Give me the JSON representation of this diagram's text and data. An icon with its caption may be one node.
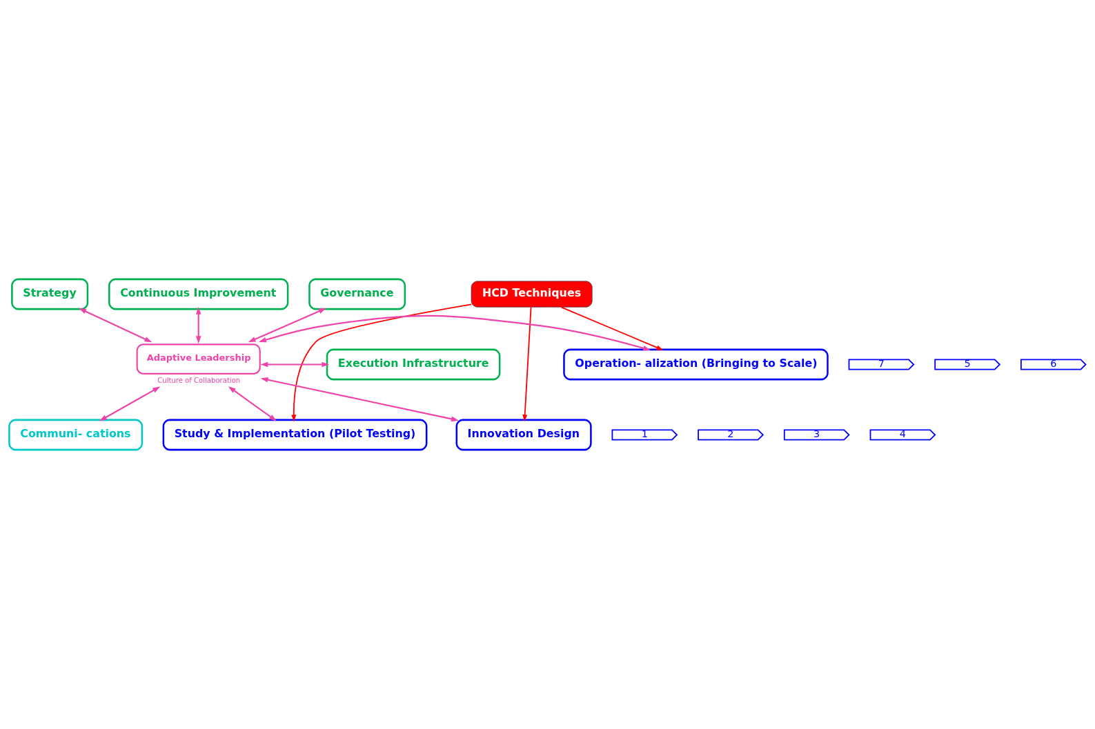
{
  "diagram": {
    "nodes": [
      {
        "text": [
          "HCD Techniques"
        ]
      },
      {
        "text": [
          "Continuous Improvement"
        ]
      },
      {
        "text": [
          "Governance"
        ]
      },
      {
        "text": [
          "Strategy"
        ]
      },
      {
        "text": [
          "Operation- alization (Bringing to Scale)"
        ]
      },
      {
        "text": [
          "Adaptive Leadership"
        ],
        "beside": [
          "Culture of Collaboration"
        ]
      },
      {
        "text": [
          "Execution Infrastructure"
        ]
      },
      {
        "text": [
          "7"
        ]
      },
      {
        "text": [
          "Study & Implementation (Pilot Testing)"
        ]
      },
      {
        "text": [
          "Communi- cations"
        ]
      },
      {
        "text": [
          "5"
        ]
      },
      {
        "text": [
          "6"
        ]
      },
      {
        "text": [
          "Innovation Design"
        ]
      },
      {
        "text": [
          "1"
        ]
      },
      {
        "text": [
          "2"
        ]
      },
      {
        "text": [
          "3"
        ]
      },
      {
        "text": [
          "4"
        ]
      }
    ],
    "edges": [
      {
        "from": 0,
        "to": 4,
        "arrow": "to",
        "color": "#ff0000"
      },
      {
        "from": 0,
        "to": 8,
        "arrow": "to",
        "color": "#ff0000"
      },
      {
        "from": 0,
        "to": 12,
        "arrow": "to",
        "color": "#ff0000"
      },
      {
        "from": 5,
        "to": 1,
        "arrow": "both"
      },
      {
        "from": 5,
        "to": 2,
        "arrow": "both"
      },
      {
        "from": 5,
        "to": 3,
        "arrow": "both"
      },
      {
        "from": 5,
        "to": 4,
        "arrow": "both"
      },
      {
        "from": 5,
        "to": 6,
        "arrow": "both"
      },
      {
        "from": 5,
        "to": 8,
        "arrow": "both"
      },
      {
        "from": 5,
        "to": 12,
        "arrow": "both"
      },
      {
        "from": 5,
        "to": 9,
        "arrow": "both"
      }
    ]
  }
}
